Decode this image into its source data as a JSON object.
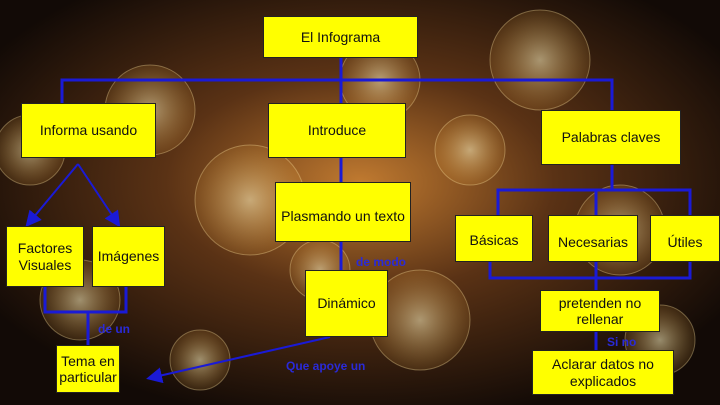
{
  "nodes": {
    "root": "El Infograma",
    "informa": "Informa usando",
    "introduce": "Introduce",
    "palabras": "Palabras claves",
    "plasmando": "Plasmando un texto",
    "factores": "Factores Visuales",
    "imagenes": "Imágenes",
    "dinamico": "Dinámico",
    "tema": "Tema en particular",
    "basicas": "Básicas",
    "necesarias": "Necesarias",
    "utiles": "Útiles",
    "pretenden": "pretenden no rellenar",
    "aclarar": "Aclarar datos no explicados"
  },
  "connectors": {
    "de_modo": "de modo",
    "de_un": "de un",
    "que_apoye": "Que apoye un",
    "si_no": "Si no"
  },
  "colors": {
    "box": "#ffff00",
    "line": "#1a1ad6",
    "background": "#1a0f08"
  }
}
